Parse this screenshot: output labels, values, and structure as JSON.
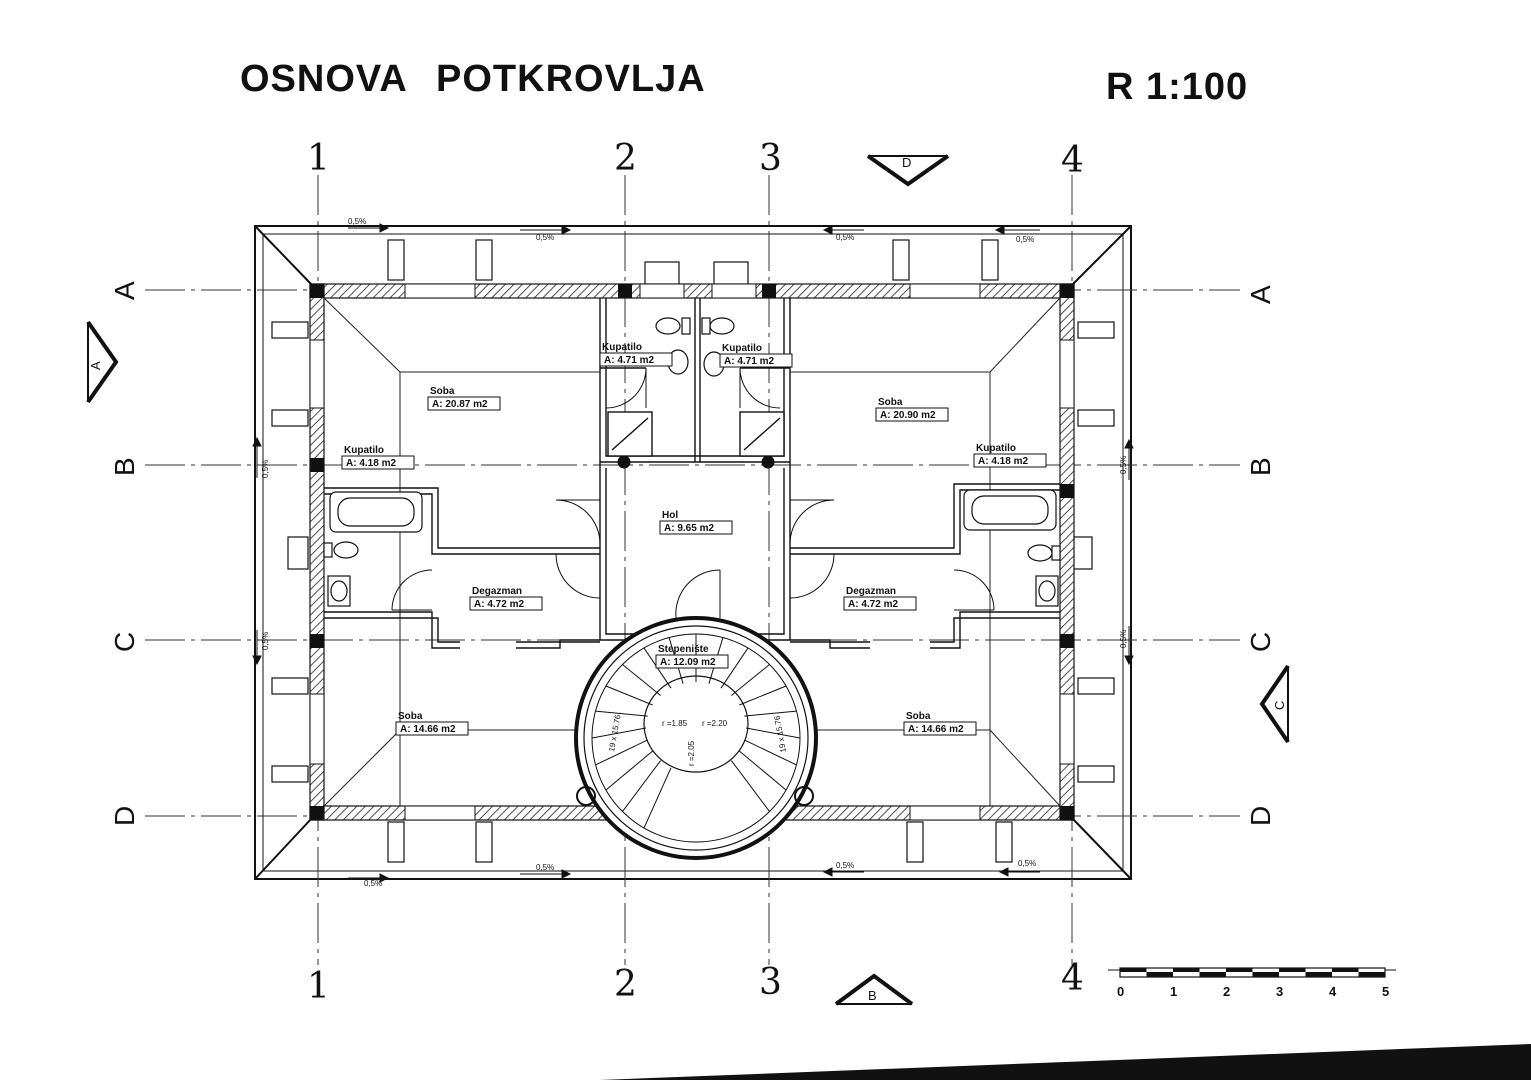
{
  "title": "OSNOVA   POTKROVLJA",
  "scale": "R 1:100",
  "grid_numbers": [
    "1",
    "2",
    "3",
    "4"
  ],
  "grid_letters": [
    "A",
    "B",
    "C",
    "D"
  ],
  "section_marks": [
    "A",
    "B",
    "C",
    "D"
  ],
  "slope": "0,5%",
  "rooms": [
    {
      "name": "Soba",
      "area": "A: 20.87 m2"
    },
    {
      "name": "Kupatilo",
      "area": "A: 4.71 m2"
    },
    {
      "name": "Kupatilo",
      "area": "A: 4.71 m2"
    },
    {
      "name": "Soba",
      "area": "A: 20.90 m2"
    },
    {
      "name": "Kupatilo",
      "area": "A: 4.18 m2"
    },
    {
      "name": "Kupatilo",
      "area": "A: 4.18 m2"
    },
    {
      "name": "Hol",
      "area": "A: 9.65 m2"
    },
    {
      "name": "Degazman",
      "area": "A: 4.72 m2"
    },
    {
      "name": "Degazman",
      "area": "A: 4.72 m2"
    },
    {
      "name": "Stepenište",
      "area": "A: 12.09 m2"
    },
    {
      "name": "Soba",
      "area": "A: 14.66 m2"
    },
    {
      "name": "Soba",
      "area": "A: 14.66 m2"
    }
  ],
  "stair": {
    "r1": "r =1.85",
    "r2": "r =2.20",
    "r3": "r =2.05",
    "steps_left": "19 x 15.76",
    "steps_right": "19 x 15.76"
  },
  "scale_bar": [
    "0",
    "1",
    "2",
    "3",
    "4",
    "5"
  ]
}
